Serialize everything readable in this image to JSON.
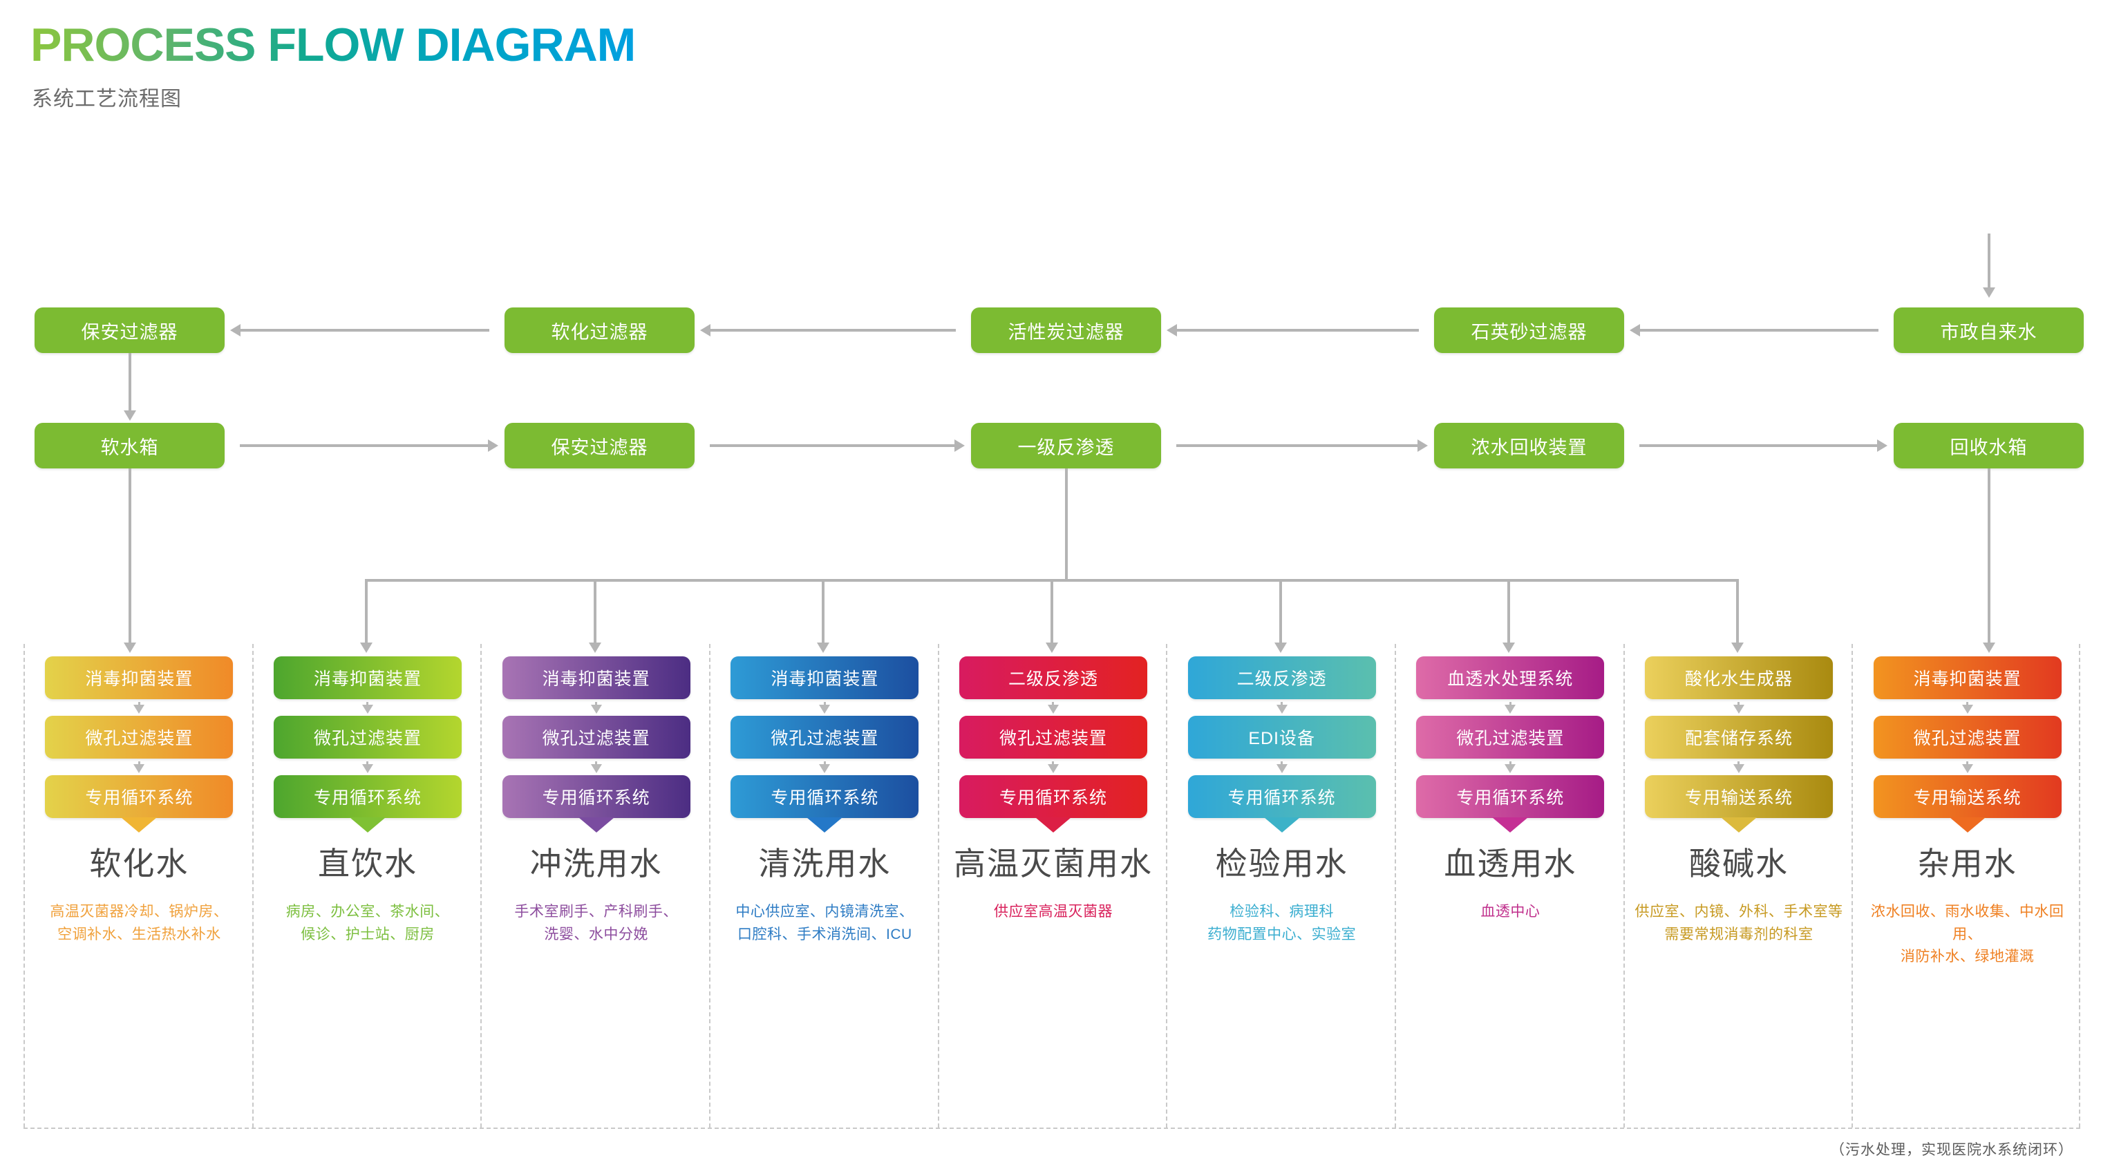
{
  "header": {
    "title": "PROCESS FLOW DIAGRAM",
    "subtitle": "系统工艺流程图",
    "title_gradient": [
      "#8CC63E",
      "#12A98F",
      "#00A0E0"
    ]
  },
  "pretreatment": {
    "green": "#7CBB32",
    "connector_color": "#b4b4b4",
    "row1": [
      {
        "label": "保安过滤器"
      },
      {
        "label": "软化过滤器"
      },
      {
        "label": "活性炭过滤器"
      },
      {
        "label": "石英砂过滤器"
      },
      {
        "label": "市政自来水"
      }
    ],
    "row1_flow": "right-to-left",
    "row2": [
      {
        "label": "软水箱"
      },
      {
        "label": "保安过滤器"
      },
      {
        "label": "一级反渗透"
      },
      {
        "label": "浓水回收装置"
      },
      {
        "label": "回收水箱"
      }
    ],
    "row2_flow": "left-to-right"
  },
  "columns": [
    {
      "id": "softened-water",
      "title": "软化水",
      "desc": "高温灭菌器冷却、锅炉房、\n空调补水、生活热水补水",
      "desc_color": "#F0A13C",
      "gradient_from": "#E3D24A",
      "gradient_to": "#F08A28",
      "notch_color": "#F0B534",
      "steps": [
        "消毒抑菌装置",
        "微孔过滤装置",
        "专用循环系统"
      ]
    },
    {
      "id": "direct-drinking-water",
      "title": "直饮水",
      "desc": "病房、办公室、茶水间、\n候诊、护士站、厨房",
      "desc_color": "#7CBF3F",
      "gradient_from": "#4DA62E",
      "gradient_to": "#B4D62E",
      "notch_color": "#7FC134",
      "steps": [
        "消毒抑菌装置",
        "微孔过滤装置",
        "专用循环系统"
      ]
    },
    {
      "id": "flushing-water",
      "title": "冲洗用水",
      "desc": "手术室刷手、产科刷手、\n洗婴、水中分娩",
      "desc_color": "#8D4D9E",
      "gradient_from": "#A874B4",
      "gradient_to": "#4C2D83",
      "notch_color": "#7A4CA0",
      "steps": [
        "消毒抑菌装置",
        "微孔过滤装置",
        "专用循环系统"
      ]
    },
    {
      "id": "cleaning-water",
      "title": "清洗用水",
      "desc": "中心供应室、内镜清洗室、\n口腔科、手术消洗间、ICU",
      "desc_color": "#2E7CC4",
      "gradient_from": "#2E9BD6",
      "gradient_to": "#1C4FA0",
      "notch_color": "#2478C8",
      "steps": [
        "消毒抑菌装置",
        "微孔过滤装置",
        "专用循环系统"
      ]
    },
    {
      "id": "high-temp-sterilization-water",
      "title": "高温灭菌用水",
      "desc": "供应室高温灭菌器",
      "desc_color": "#D9225C",
      "gradient_from": "#D81B60",
      "gradient_to": "#E32222",
      "notch_color": "#DC1F45",
      "steps": [
        "二级反渗透",
        "微孔过滤装置",
        "专用循环系统"
      ]
    },
    {
      "id": "laboratory-water",
      "title": "检验用水",
      "desc": "检验科、病理科\n药物配置中心、实验室",
      "desc_color": "#3BAED0",
      "gradient_from": "#2FA7D8",
      "gradient_to": "#5BBFAE",
      "notch_color": "#3CB2C8",
      "steps": [
        "二级反渗透",
        "EDI设备",
        "专用循环系统"
      ]
    },
    {
      "id": "hemodialysis-water",
      "title": "血透用水",
      "desc": "血透中心",
      "desc_color": "#C0308C",
      "gradient_from": "#DE6BA8",
      "gradient_to": "#A61C86",
      "notch_color": "#C52F94",
      "steps": [
        "血透水处理系统",
        "微孔过滤装置",
        "专用循环系统"
      ]
    },
    {
      "id": "acid-alkaline-water",
      "title": "酸碱水",
      "desc": "供应室、内镜、外科、手术室等\n需要常规消毒剂的科室",
      "desc_color": "#C79A22",
      "gradient_from": "#EBD05C",
      "gradient_to": "#A98A10",
      "notch_color": "#DCBA3C",
      "steps": [
        "酸化水生成器",
        "配套储存系统",
        "专用输送系统"
      ]
    },
    {
      "id": "miscellaneous-water",
      "title": "杂用水",
      "desc": "浓水回收、雨水收集、中水回用、\n消防补水、绿地灌溉",
      "desc_color": "#EF8022",
      "gradient_from": "#F29420",
      "gradient_to": "#E23A20",
      "notch_color": "#EE6B20",
      "steps": [
        "消毒抑菌装置",
        "微孔过滤装置",
        "专用输送系统"
      ]
    }
  ],
  "footnote": "（污水处理，实现医院水系统闭环）"
}
